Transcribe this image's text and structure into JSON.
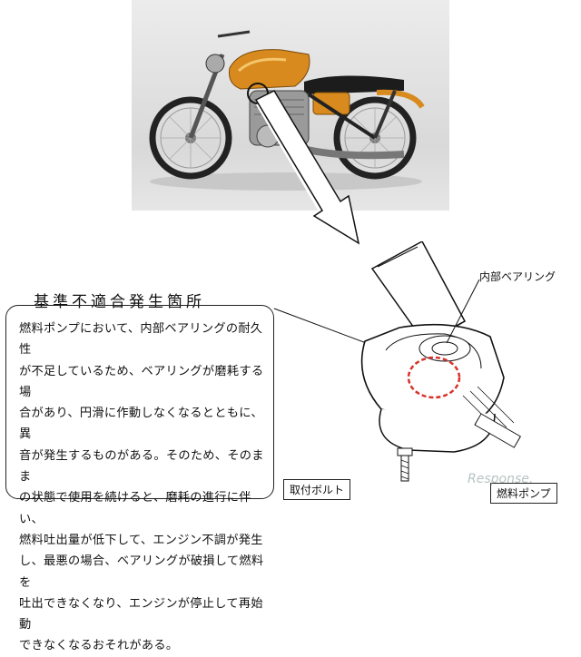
{
  "section_title": "基準不適合発生箇所",
  "description_lines": "燃料ポンプにおいて、内部ベアリングの耐久性\nが不足しているため、ベアリングが磨耗する場\n合があり、円滑に作動しなくなるとともに、異\n音が発生するものがある。そのため、そのまま\nの状態で使用を続けると、磨耗の進行に伴い、\n燃料吐出量が低下して、エンジン不調が発生\nし、最悪の場合、ベアリングが破損して燃料を\n吐出できなくなり、エンジンが停止して再始動\nできなくなるおそれがある。",
  "labels": {
    "inner_bearing": "内部ベアリング",
    "mount_bolt": "取付ボルト",
    "fuel_pump": "燃料ポンプ"
  },
  "watermark": "Response.",
  "colors": {
    "tank_orange": "#d88a1e",
    "highlight_red": "#d9312b"
  }
}
